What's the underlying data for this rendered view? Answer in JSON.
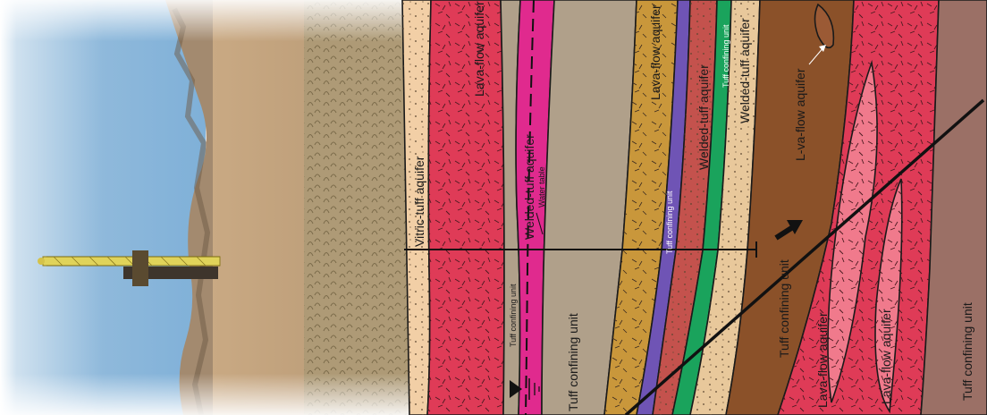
{
  "colors": {
    "sky": "#9ec3df",
    "hillside": "#b59a7e",
    "ground": "#c8aa82",
    "brush": "#a89672",
    "vitric_tuff": "#f2cfa6",
    "lava_flow": "#df3b57",
    "tuff_confining_grey": "#b0a08a",
    "welded_tuff_pink": "#e02a8e",
    "welded_tuff_gold": "#c9973b",
    "tuff_confining_purple": "#6f54b5",
    "welded_tuff_rust": "#c4524d",
    "tuff_confining_green": "#1aa35c",
    "welded_tuff_tan": "#e8c89b",
    "tuff_confining_brown": "#8b5129",
    "lava_flow_light": "#f07a8c",
    "tuff_confining_mauve": "#9b7066",
    "fault": "#111111"
  },
  "labels": {
    "vitric_tuff_aquifer": "Vitric-tuff aquifer",
    "lava_flow_aquifer_1": "Lava-flow aquifer",
    "tuff_confining_unit_thin": "Tuff confining unit",
    "welded_tuff_aquifer_1": "Welded-tuff aquifer",
    "water_table": "Water table",
    "tuff_confining_unit_big": "Tuff confining unit",
    "lava_flow_aquifer_2": "Lava-flow aquifer",
    "tuff_confining_unit_purple": "Tuff confining unit",
    "welded_tuff_aquifer_2": "Welded-tuff aquifer",
    "tuff_confining_unit_green": "Tuff confining unit",
    "welded_tuff_aquifer_3": "Welded-tuff aquifer",
    "lava_flow_aquifer_3": "L-va-flow aquifer",
    "tuff_confining_unit_brown": "Tuff confining unit",
    "lava_flow_aquifer_4": "Lava-flow aquifer",
    "lava_flow_aquifer_5": "Lava-flow aquifer",
    "tuff_confining_unit_mauve": "Tuff confining unit"
  },
  "icons": {
    "water_table_symbol": "water-table-triangle-icon",
    "fault_arrow": "fault-movement-arrow-icon",
    "drill_rig": "drill-rig-icon"
  }
}
